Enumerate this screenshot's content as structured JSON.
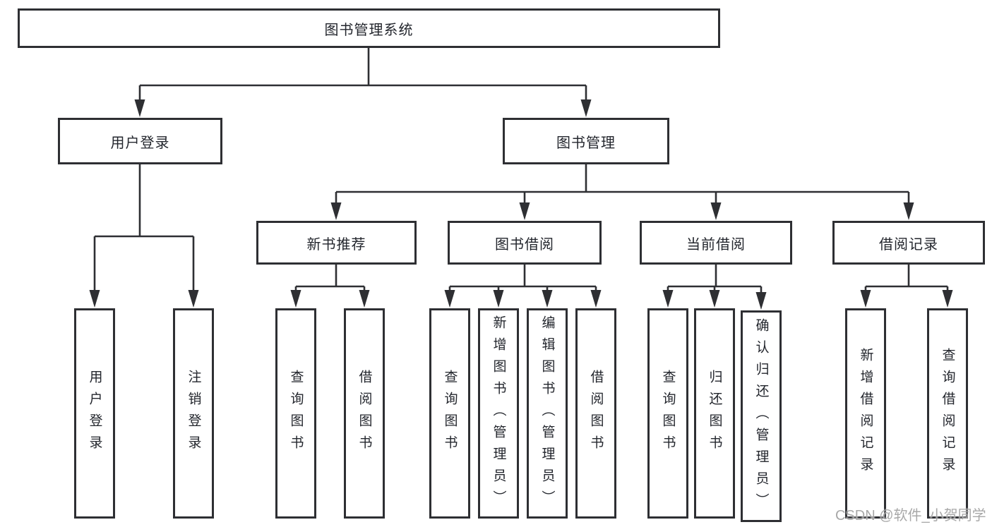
{
  "diagram": {
    "title": "图书管理系统",
    "colors": {
      "line": "#2e2f33",
      "text": "#23262d",
      "background": "#ffffff",
      "watermark": "#9e9e9e"
    },
    "nodes": {
      "root": {
        "label": "图书管理系统"
      },
      "level2": [
        {
          "label": "用户登录"
        },
        {
          "label": "图书管理"
        }
      ],
      "level3": [
        {
          "label": "新书推荐"
        },
        {
          "label": "图书借阅"
        },
        {
          "label": "当前借阅"
        },
        {
          "label": "借阅记录"
        }
      ],
      "leaves": [
        {
          "label": "用户登录",
          "parent": "用户登录"
        },
        {
          "label": "注销登录",
          "parent": "用户登录"
        },
        {
          "label": "查询图书",
          "parent": "新书推荐"
        },
        {
          "label": "借阅图书",
          "parent": "新书推荐"
        },
        {
          "label": "查询图书",
          "parent": "图书借阅"
        },
        {
          "label": "新增图书（管理员）",
          "parent": "图书借阅"
        },
        {
          "label": "编辑图书（管理员）",
          "parent": "图书借阅"
        },
        {
          "label": "借阅图书",
          "parent": "图书借阅"
        },
        {
          "label": "查询图书",
          "parent": "当前借阅"
        },
        {
          "label": "归还图书",
          "parent": "当前借阅"
        },
        {
          "label": "确认归还（管理员）",
          "parent": "当前借阅"
        },
        {
          "label": "新增借阅记录",
          "parent": "借阅记录"
        },
        {
          "label": "查询借阅记录",
          "parent": "借阅记录"
        }
      ],
      "edges": [
        {
          "from": "图书管理系统",
          "to": [
            "用户登录",
            "图书管理"
          ]
        },
        {
          "from": "用户登录",
          "to": [
            "用户登录",
            "注销登录"
          ]
        },
        {
          "from": "图书管理",
          "to": [
            "新书推荐",
            "图书借阅",
            "当前借阅",
            "借阅记录"
          ]
        },
        {
          "from": "新书推荐",
          "to": [
            "查询图书",
            "借阅图书"
          ]
        },
        {
          "from": "图书借阅",
          "to": [
            "查询图书",
            "新增图书（管理员）",
            "编辑图书（管理员）",
            "借阅图书"
          ]
        },
        {
          "from": "当前借阅",
          "to": [
            "查询图书",
            "归还图书",
            "确认归还（管理员）"
          ]
        },
        {
          "from": "借阅记录",
          "to": [
            "新增借阅记录",
            "查询借阅记录"
          ]
        }
      ]
    },
    "watermark": {
      "text": "CSDN @软件_小贺同学"
    }
  }
}
